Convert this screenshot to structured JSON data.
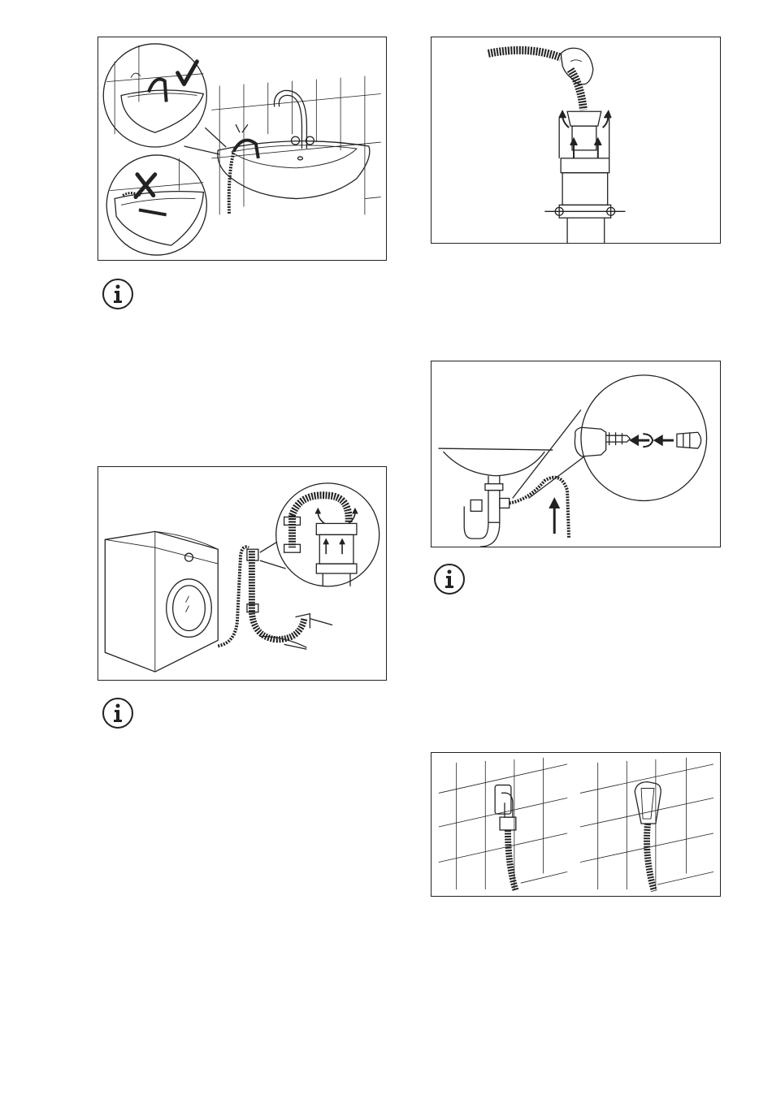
{
  "figures": [
    {
      "id": "sink-hose-placement",
      "marks": [
        "check-mark",
        "cross-mark"
      ]
    },
    {
      "id": "standpipe-hose-insertion"
    },
    {
      "id": "washer-standpipe-connection"
    },
    {
      "id": "sink-trap-spigot-connection"
    },
    {
      "id": "wall-drain-connection"
    }
  ],
  "notes": [
    {
      "id": "info-note-1",
      "icon": "info-icon"
    },
    {
      "id": "info-note-2",
      "icon": "info-icon"
    },
    {
      "id": "info-note-3",
      "icon": "info-icon"
    }
  ],
  "colors": {
    "line": "#222222",
    "background": "#ffffff"
  }
}
